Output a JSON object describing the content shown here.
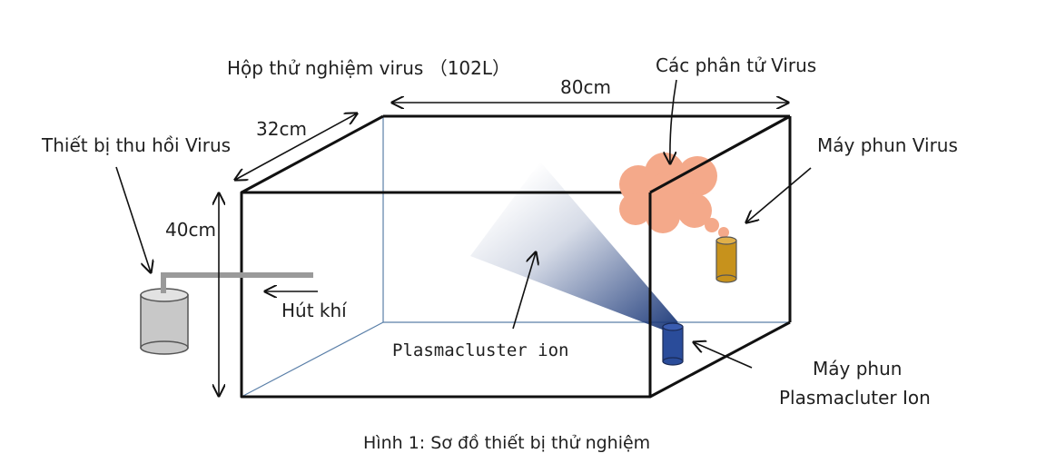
{
  "labels": {
    "box_title": "Hộp thử nghiệm virus （102L）",
    "width_dim": "80cm",
    "depth_dim": "32cm",
    "height_dim": "40cm",
    "virus_particles": "Các phân tử Virus",
    "virus_sprayer": "Máy phun Virus",
    "virus_collector": "Thiết bị thu hồi Virus",
    "suction": "Hút khí",
    "ion": "Plasmacluster ion",
    "ion_sprayer_line1": "Máy phun",
    "ion_sprayer_line2": "Plasmacluter Ion",
    "caption": "Hình 1: Sơ đồ thiết bị thử nghiệm"
  },
  "colors": {
    "box_edge": "#111111",
    "box_back_edge": "#5a7fa8",
    "cloud": "#f4a98a",
    "ion_cone": "#1d3a7a",
    "ion_sprayer": "#2a4c9a",
    "virus_can": "#c7921c",
    "collector": "#c8c8c8",
    "pipe": "#9a9a9a"
  }
}
